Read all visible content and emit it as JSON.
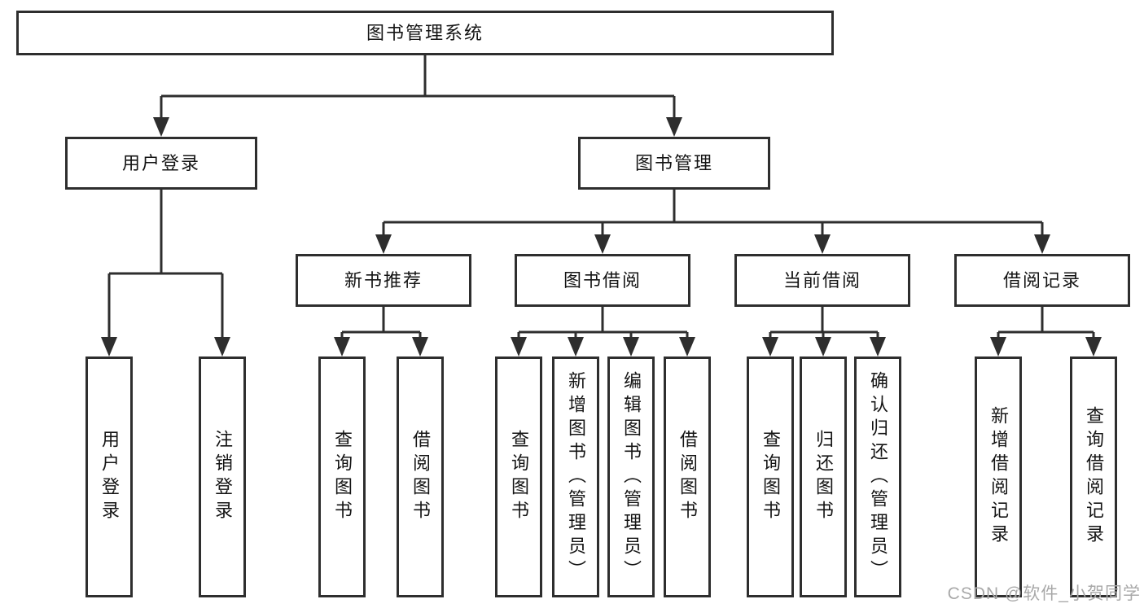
{
  "diagram": {
    "background": "#ffffff",
    "line_color": "#2e2e2e",
    "box_border_color": "#2e2e2e",
    "text_color": "#141414",
    "root": {
      "label": "图书管理系统"
    },
    "branches": [
      {
        "label": "用户登录",
        "children": [
          {
            "label": "用户登录"
          },
          {
            "label": "注销登录"
          }
        ]
      },
      {
        "label": "图书管理",
        "groups": [
          {
            "label": "新书推荐",
            "children": [
              {
                "label": "查询图书"
              },
              {
                "label": "借阅图书"
              }
            ]
          },
          {
            "label": "图书借阅",
            "children": [
              {
                "label": "查询图书"
              },
              {
                "label": "新增图书（管理员）"
              },
              {
                "label": "编辑图书（管理员）"
              },
              {
                "label": "借阅图书"
              }
            ]
          },
          {
            "label": "当前借阅",
            "children": [
              {
                "label": "查询图书"
              },
              {
                "label": "归还图书"
              },
              {
                "label": "确认归还（管理员）"
              }
            ]
          },
          {
            "label": "借阅记录",
            "children": [
              {
                "label": "新增借阅记录"
              },
              {
                "label": "查询借阅记录"
              }
            ]
          }
        ]
      }
    ],
    "watermark": {
      "text": "CSDN @软件_小贺同学",
      "color": "#a9a9a9"
    }
  }
}
